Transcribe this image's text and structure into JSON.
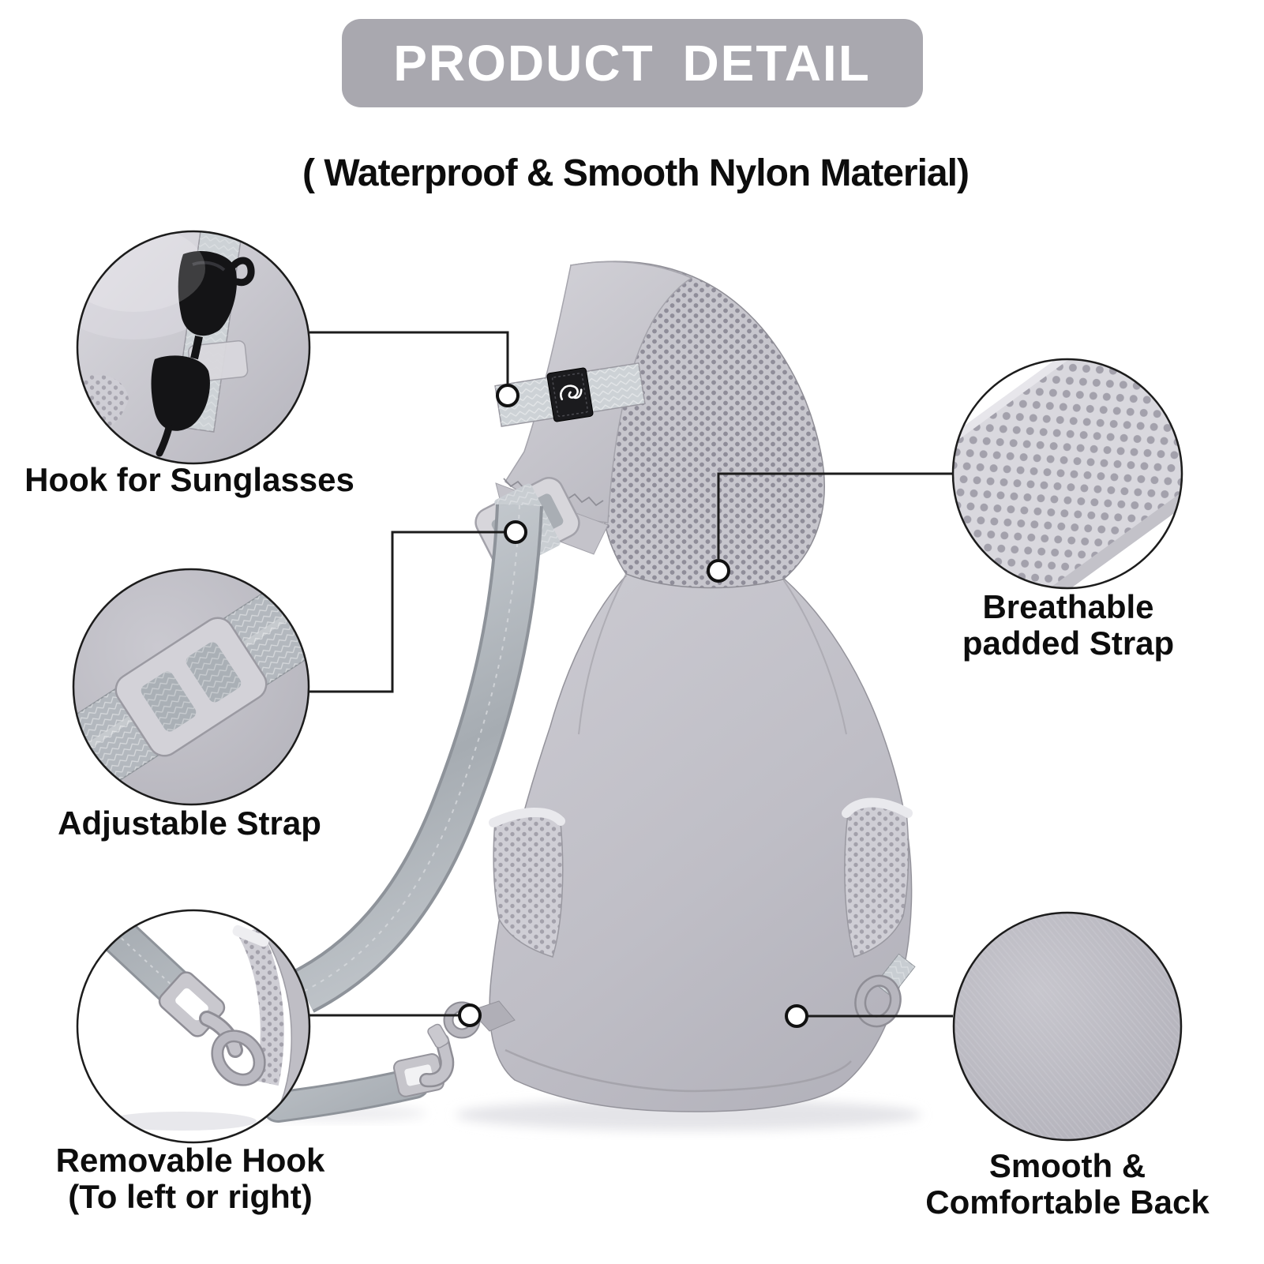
{
  "page": {
    "title": "PRODUCT DETAIL",
    "subtitle": "( Waterproof & Smooth Nylon Material)"
  },
  "callouts": {
    "hook_sunglasses": {
      "label": "Hook for Sunglasses"
    },
    "adjustable_strap": {
      "label": "Adjustable Strap"
    },
    "removable_hook": {
      "line1": "Removable Hook",
      "line2": "(To left or right)"
    },
    "breathable_strap": {
      "line1": "Breathable",
      "line2": "padded Strap"
    },
    "smooth_back": {
      "line1": "Smooth &",
      "line2": "Comfortable Back"
    }
  },
  "icons": {
    "brand_logo_patch": "white curved bird-swoosh on black square patch"
  },
  "colors": {
    "background": "#ffffff",
    "title_pill": "#a9a8af",
    "title_text": "#ffffff",
    "subtitle_text": "#0d0d0d",
    "label_text": "#0d0d0d",
    "callout_line": "#1c1c1c",
    "bag_body": "#bfbec6",
    "strap_mesh": "#c7c6cd",
    "mesh_dot": "#8f8d99",
    "webbing_silver": "#aab0b6",
    "logo_patch": "#1b1b1e",
    "logo_glyph": "#ffffff",
    "sunglasses": "#141416"
  }
}
